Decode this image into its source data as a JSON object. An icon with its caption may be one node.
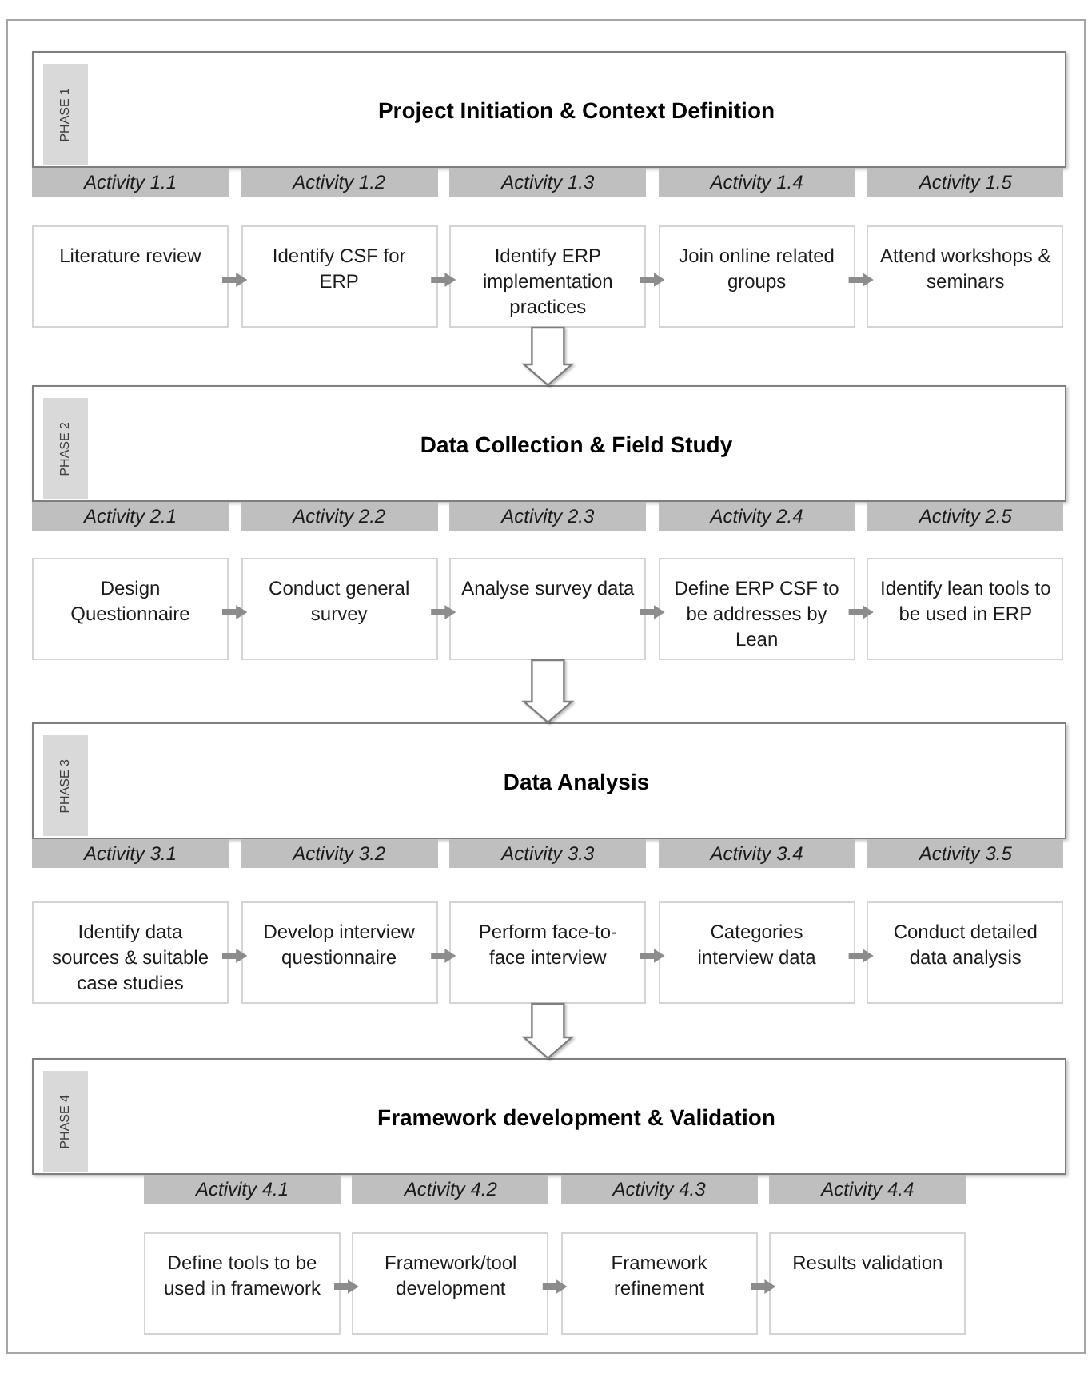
{
  "diagram": {
    "nodes": [
      {
        "text": [
          "Project Initiation & Context Definition"
        ]
      },
      {
        "text": [
          "PHASE 1"
        ],
        "in": 0
      },
      {
        "text": [
          "Activity 1.1"
        ]
      },
      {
        "text": [
          "Activity 1.2"
        ]
      },
      {
        "text": [
          "Activity 1.3"
        ]
      },
      {
        "text": [
          "Activity 1.4"
        ]
      },
      {
        "text": [
          "Activity 1.5"
        ]
      },
      {
        "text": [
          "Literature review"
        ]
      },
      {
        "text": [
          "Identify CSF for ERP"
        ]
      },
      {
        "text": [
          "Identify ERP implementation practices"
        ]
      },
      {
        "text": [
          "Join online related groups"
        ]
      },
      {
        "text": [
          "Attend workshops & seminars"
        ]
      },
      {
        "text": [
          "Data Collection & Field Study"
        ]
      },
      {
        "text": [
          "PHASE 2"
        ],
        "in": 12
      },
      {
        "text": [
          "Activity 2.1"
        ]
      },
      {
        "text": [
          "Activity 2.2"
        ]
      },
      {
        "text": [
          "Activity 2.3"
        ]
      },
      {
        "text": [
          "Activity 2.4"
        ]
      },
      {
        "text": [
          "Activity 2.5"
        ]
      },
      {
        "text": [
          "Design Questionnaire"
        ]
      },
      {
        "text": [
          "Conduct general survey"
        ]
      },
      {
        "text": [
          "Analyse survey data"
        ]
      },
      {
        "text": [
          "Define ERP CSF to be addresses by Lean"
        ]
      },
      {
        "text": [
          "Identify lean tools to be used in ERP"
        ]
      },
      {
        "text": [
          "Data Analysis"
        ]
      },
      {
        "text": [
          "PHASE 3"
        ],
        "in": 24
      },
      {
        "text": [
          "Activity 3.1"
        ]
      },
      {
        "text": [
          "Activity 3.2"
        ]
      },
      {
        "text": [
          "Activity 3.3"
        ]
      },
      {
        "text": [
          "Activity 3.4"
        ]
      },
      {
        "text": [
          "Activity 3.5"
        ]
      },
      {
        "text": [
          "Identify data sources & suitable case studies"
        ]
      },
      {
        "text": [
          "Develop interview questionnaire"
        ]
      },
      {
        "text": [
          "Perform face-to-face interview"
        ]
      },
      {
        "text": [
          "Categories interview data"
        ]
      },
      {
        "text": [
          "Conduct detailed data analysis"
        ]
      },
      {
        "text": [
          "Framework development & Validation"
        ]
      },
      {
        "text": [
          "PHASE 4"
        ],
        "in": 36
      },
      {
        "text": [
          "Activity 4.1"
        ]
      },
      {
        "text": [
          "Activity 4.2"
        ]
      },
      {
        "text": [
          "Activity 4.3"
        ]
      },
      {
        "text": [
          "Activity 4.4"
        ]
      },
      {
        "text": [
          "Define tools to be used in framework"
        ]
      },
      {
        "text": [
          "Framework/tool development"
        ]
      },
      {
        "text": [
          "Framework refinement"
        ]
      },
      {
        "text": [
          "Results validation"
        ]
      }
    ],
    "edges": [
      {
        "from": 7,
        "to": 8,
        "arrow": "to"
      },
      {
        "from": 8,
        "to": 9,
        "arrow": "to"
      },
      {
        "from": 9,
        "to": 10,
        "arrow": "to"
      },
      {
        "from": 10,
        "to": 11,
        "arrow": "to"
      },
      {
        "from": 9,
        "to": 12,
        "arrow": "to",
        "style": "thick"
      },
      {
        "from": 19,
        "to": 20,
        "arrow": "to"
      },
      {
        "from": 20,
        "to": 21,
        "arrow": "to"
      },
      {
        "from": 21,
        "to": 22,
        "arrow": "to"
      },
      {
        "from": 22,
        "to": 23,
        "arrow": "to"
      },
      {
        "from": 21,
        "to": 24,
        "arrow": "to",
        "style": "thick"
      },
      {
        "from": 31,
        "to": 32,
        "arrow": "to"
      },
      {
        "from": 32,
        "to": 33,
        "arrow": "to"
      },
      {
        "from": 33,
        "to": 34,
        "arrow": "to"
      },
      {
        "from": 34,
        "to": 35,
        "arrow": "to"
      },
      {
        "from": 33,
        "to": 36,
        "arrow": "to",
        "style": "thick"
      },
      {
        "from": 42,
        "to": 43,
        "arrow": "to"
      },
      {
        "from": 43,
        "to": 44,
        "arrow": "to"
      },
      {
        "from": 44,
        "to": 45,
        "arrow": "to"
      }
    ]
  }
}
